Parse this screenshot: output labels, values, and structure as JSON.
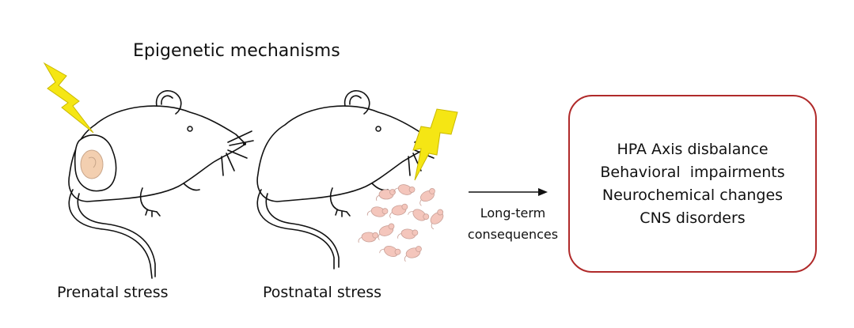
{
  "title": "Epigenetic mechanisms",
  "caption_prenatal": "Prenatal stress",
  "caption_postnatal": "Postnatal stress",
  "arrow_label": [
    "Long-term",
    "consequences"
  ],
  "consequences": [
    "HPA Axis disbalance",
    "Behavioral  impairments",
    "Neurochemical changes",
    "CNS disorders"
  ],
  "colors": {
    "lightning": "#f5e614",
    "embryo": "#f3cfb0",
    "pups": "#f4c6bc",
    "box_border": "#b02a2a"
  },
  "icons": [
    "lightning-bolt-icon",
    "mouse-icon",
    "embryo-icon",
    "pup-icon",
    "arrow-right-icon"
  ]
}
